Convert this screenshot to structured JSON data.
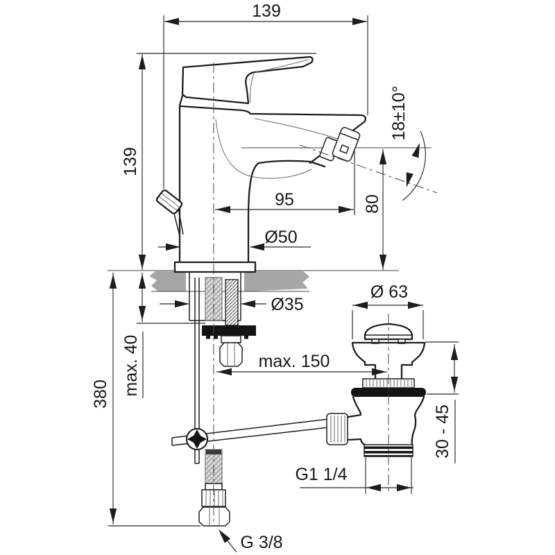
{
  "drawing": {
    "colors": {
      "background": "#ffffff",
      "line": "#1d1d1d",
      "counter_fill": "#a6a6a6",
      "gasket_fill": "#141414"
    },
    "dimensions": {
      "top_width": "139",
      "height_above_deck": "139",
      "aerator_angle": "18±10°",
      "spout_reach": "95",
      "spout_height": "80",
      "base_diameter": "Ø50",
      "shank_diameter": "Ø35",
      "max_deck_thickness": "max. 40",
      "hose_length": "380",
      "max_rod_reach": "max. 150",
      "waste_cap_diameter": "Ø 63",
      "basin_thickness_range": "30 - 45",
      "waste_thread": "G1 1/4",
      "supply_thread": "G 3/8"
    }
  }
}
